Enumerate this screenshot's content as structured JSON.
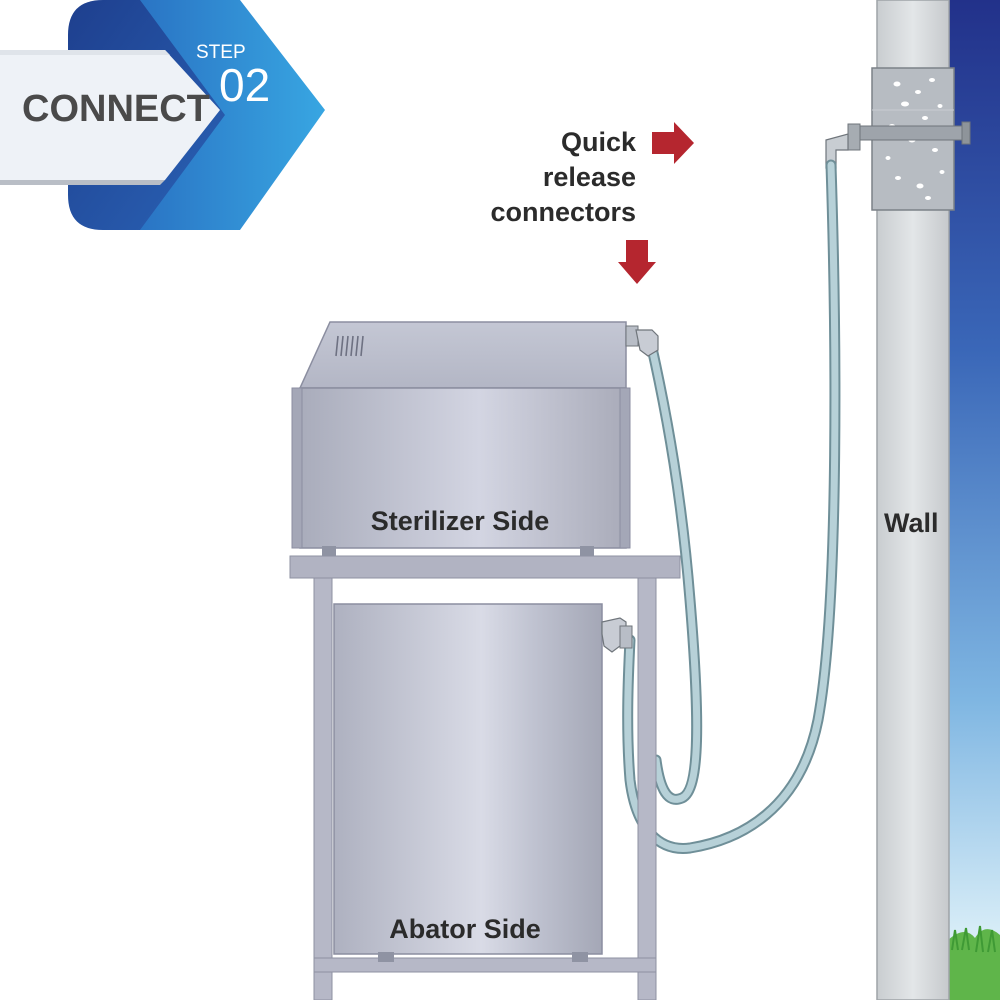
{
  "badge": {
    "action": "CONNECT",
    "step_label": "STEP",
    "step_number": "02"
  },
  "labels": {
    "quick_release": [
      "Quick",
      "release",
      "connectors"
    ],
    "sterilizer": "Sterilizer Side",
    "abator": "Abator Side",
    "wall": "Wall"
  },
  "colors": {
    "badge_blue_dark": "#1b3f8f",
    "badge_blue_light": "#2f9fdc",
    "arrow_red": "#b5262f",
    "hose_blue": "#a8c4cc",
    "steel": "#b9bcc9",
    "sky_top": "#2a3f93",
    "grass": "#5fb54a"
  }
}
